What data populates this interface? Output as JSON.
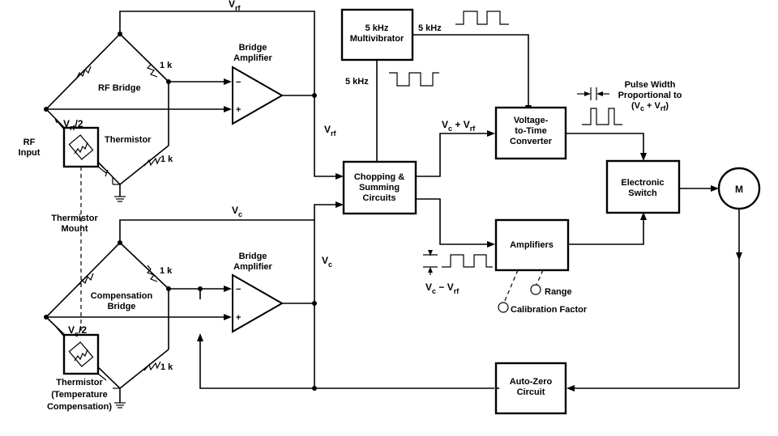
{
  "labels": {
    "vrf_top": "Vrf",
    "bridge_amp_top": "Bridge\nAmplifier",
    "one_k_top_upper": "1 k",
    "rf_bridge": "RF Bridge",
    "vrf_half": "Vrf/2",
    "rf_input": "RF\nInput",
    "thermistor_top": "Thermistor",
    "one_k_top_lower": "1 k",
    "vrf_mid": "Vrf",
    "thermistor_mount": "Thermistor\nMount",
    "vc_top": "Vc",
    "bridge_amp_bottom": "Bridge\nAmplifier",
    "one_k_bot_upper": "1 k",
    "compensation_bridge": "Compensation\nBridge",
    "vc_right": "Vc",
    "vc_half": "Vc/2",
    "thermistor_bottom": "Thermistor\n(Temperature\nCompensation)",
    "one_k_bot_lower": "1 k",
    "multivibrator": "5 kHz\nMultivibrator",
    "five_khz_right": "5 kHz",
    "five_khz_left": "5 kHz",
    "chopping": "Chopping &\nSumming\nCircuits",
    "vc_plus_vrf": "Vc + Vrf",
    "v2t": "Voltage-\nto-Time\nConverter",
    "pulse_width": "Pulse Width\nProportional to\n(Vc + Vrf)",
    "electronic_switch": "Electronic\nSwitch",
    "meter": "M",
    "amplifiers": "Amplifiers",
    "vc_minus_vrf": "Vc − Vrf",
    "range": "Range",
    "calibration_factor": "Calibration Factor",
    "auto_zero": "Auto-Zero\nCircuit",
    "minus_sign": "−",
    "plus_sign": "+"
  }
}
